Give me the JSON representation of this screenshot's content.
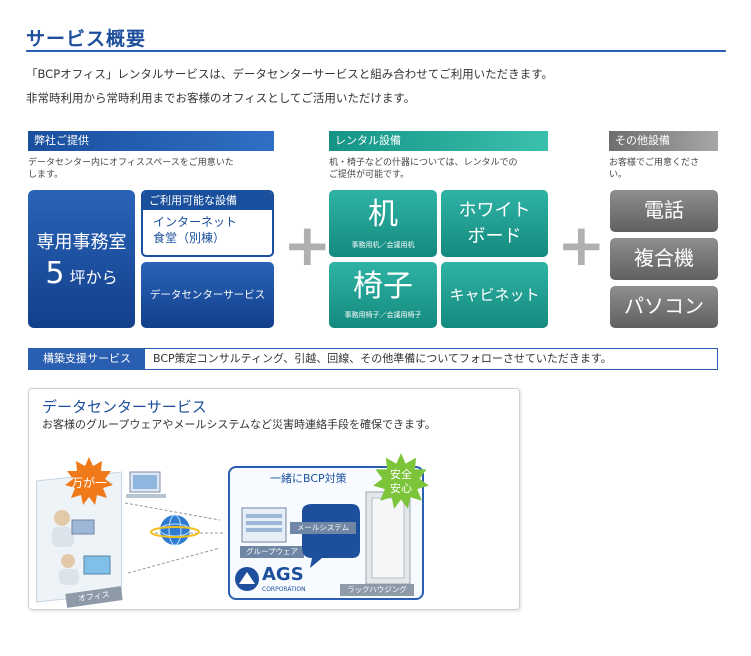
{
  "heading": "サービス概要",
  "intro": [
    "「BCPオフィス」レンタルサービスは、データセンターサービスと組み合わせてご利用いただきます。",
    "非常時利用から常時利用までお客様のオフィスとしてご活用いただけます。"
  ],
  "col1": {
    "header": "弊社ご提供",
    "desc": [
      "データセンター内にオフィススペースをご用意いた",
      "します。"
    ],
    "office": {
      "line1": "専用事務室",
      "num": "5",
      "unit": "坪から"
    },
    "facilities_header": "ご利用可能な設備",
    "facilities": [
      "インターネット",
      "食堂（別棟）"
    ],
    "dc": "データセンターサービス"
  },
  "col2": {
    "header": "レンタル設備",
    "desc": [
      "机・椅子などの什器については、レンタルでの",
      "ご提供が可能です。"
    ],
    "desk": {
      "title": "机",
      "sub": "事務用机／会議用机"
    },
    "board": {
      "line1": "ホワイト",
      "line2": "ボード"
    },
    "chair": {
      "title": "椅子",
      "sub": "事務用椅子／会議用椅子"
    },
    "cabinet": "キャビネット"
  },
  "col3": {
    "header": "その他設備",
    "desc": [
      "お客様でご用意くださ",
      "い。"
    ],
    "items": [
      "電話",
      "複合機",
      "パソコン"
    ]
  },
  "support": {
    "label": "構築支援サービス",
    "text": "BCP策定コンサルティング、引越、回線、その他準備についてフォローさせていただきます。"
  },
  "dc_box": {
    "title": "データセンターサービス",
    "desc": "お客様のグループウェアやメールシステムなど災害時連絡手段を確保できます。",
    "emergency": "万が一",
    "office": "オフィス",
    "bcp": "一緒にBCP対策",
    "safe1": "安全",
    "safe2": "安心",
    "mail": "メールシステム",
    "groupware": "グループウェア",
    "rack": "ラックハウジング",
    "ags": "AGS",
    "ags_sub": "CORPORATION"
  },
  "colors": {
    "blue": "#1d4f9c",
    "teal": "#1f9d8f",
    "gray": "#757575",
    "orange": "#f07a1a",
    "green": "#7cc43a"
  }
}
